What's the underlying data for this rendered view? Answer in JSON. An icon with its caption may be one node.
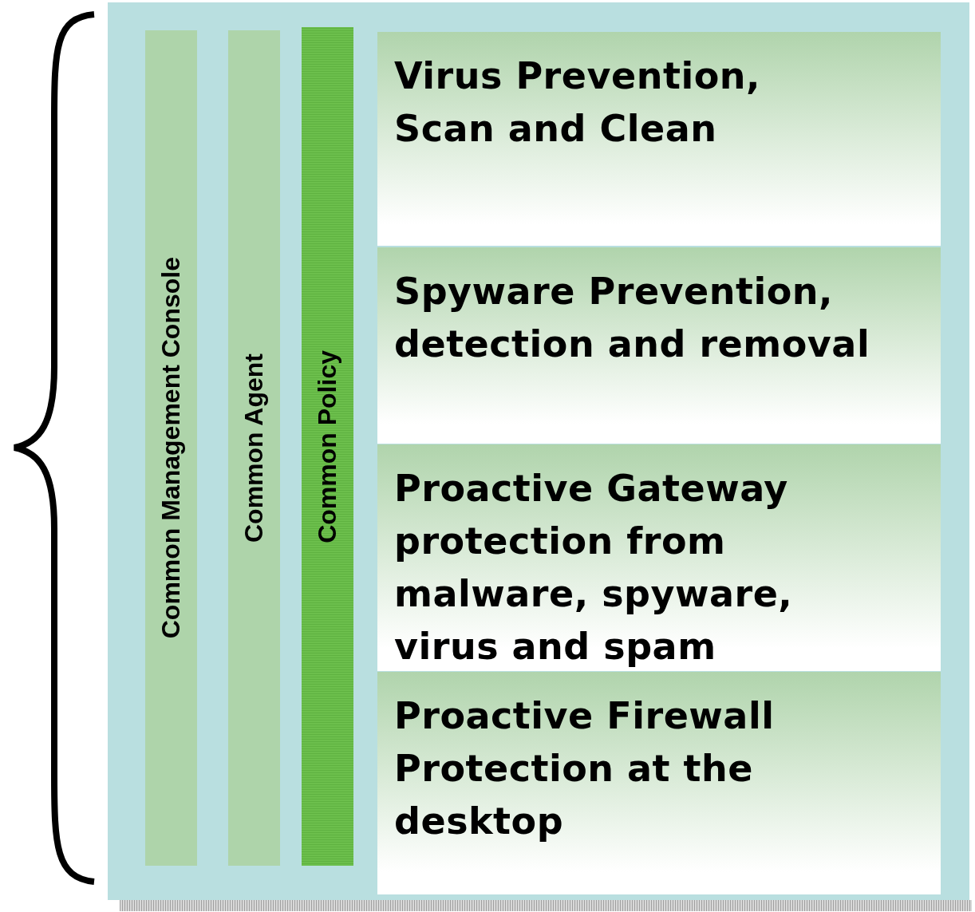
{
  "diagram": {
    "nodes": [
      {
        "text": [],
        "shape": "box"
      },
      {
        "text": [
          "Common Management Console"
        ],
        "in": 0
      },
      {
        "text": [
          "Common Agent"
        ],
        "in": 0
      },
      {
        "text": [
          "Common Policy"
        ],
        "in": 0
      },
      {
        "text": [
          "Virus Prevention, Scan and Clean"
        ],
        "in": 0
      },
      {
        "text": [
          "Spyware Prevention, detection and removal"
        ],
        "in": 0
      },
      {
        "text": [
          "Proactive Gateway protection from malware, spyware, virus and spam"
        ],
        "in": 0
      },
      {
        "text": [
          "Proactive Firewall Protection at the desktop"
        ],
        "in": 0
      }
    ]
  }
}
